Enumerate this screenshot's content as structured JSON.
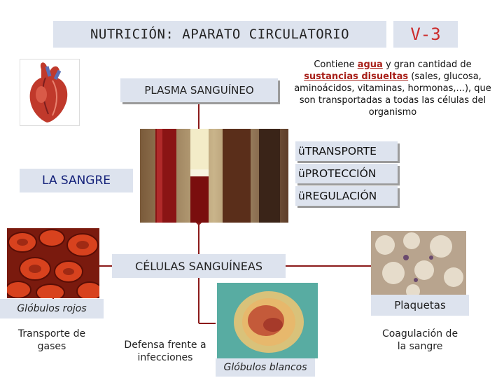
{
  "header": {
    "title": "NUTRICIÓN: APARATO CIRCULATORIO",
    "code": "V-3"
  },
  "main_label": "LA SANGRE",
  "plasma": {
    "label": "PLASMA SANGUÍNEO",
    "desc_pre": "Contiene ",
    "desc_agua": "agua",
    "desc_mid": " y gran cantidad de ",
    "desc_sustancias": "sustancias disueltas",
    "desc_post": " (sales, glucosa, aminoácidos, vitaminas, hormonas,...), que son transportadas a todas las células del organismo"
  },
  "functions": [
    {
      "check": "ü",
      "label": "TRANSPORTE"
    },
    {
      "check": "ü",
      "label": "PROTECCIÓN"
    },
    {
      "check": "ü",
      "label": "REGULACIÓN"
    }
  ],
  "cells": {
    "label": "CÉLULAS SANGUÍNEAS",
    "red": {
      "label": "Glóbulos rojos",
      "function": "Transporte de gases"
    },
    "white": {
      "label": "Glóbulos blancos",
      "function": "Defensa frente a infecciones"
    },
    "platelets": {
      "label": "Plaquetas",
      "function": "Coagulación de la sangre"
    }
  },
  "colors": {
    "box_fill": "#dde3ee",
    "accent_red": "#cc2b2b",
    "connector": "#8b1a1a",
    "title_blue": "#15227a"
  },
  "icons": [
    "heart-illustration",
    "blood-tube-photo",
    "red-blood-cells-photo",
    "white-blood-cell-photo",
    "platelets-photo"
  ]
}
